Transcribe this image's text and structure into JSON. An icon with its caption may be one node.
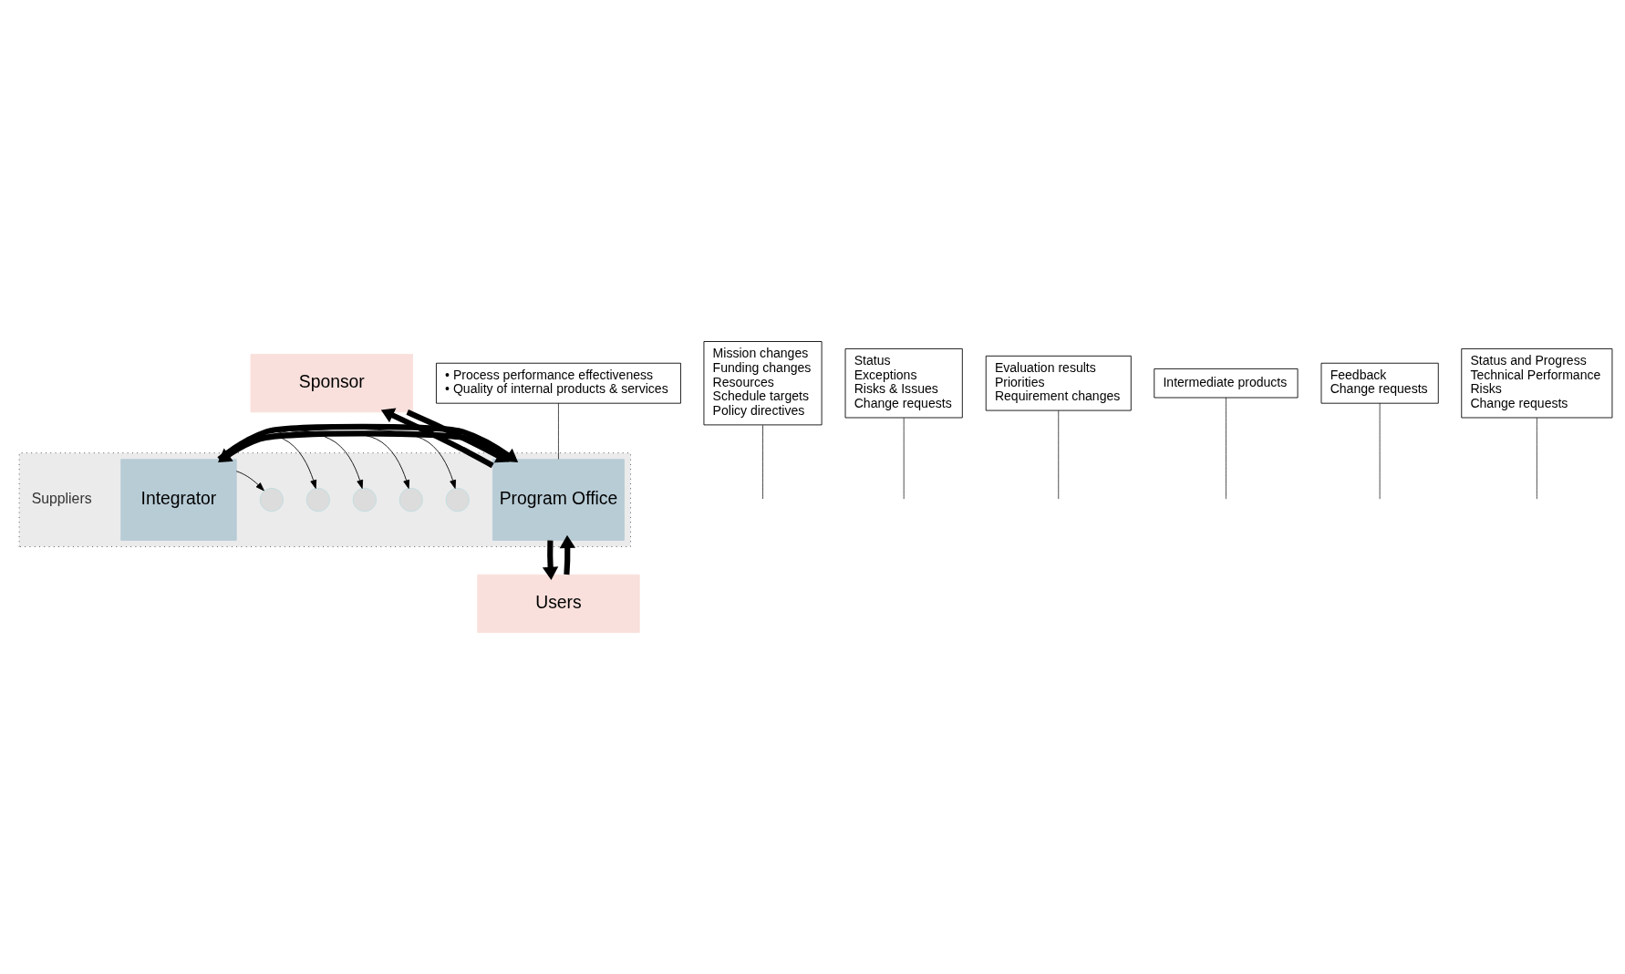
{
  "diagram": {
    "nodes": [
      {
        "text": [],
        "shape": "box"
      },
      {
        "text": [
          "Sponsor"
        ]
      },
      {
        "text": [
          "Program Office"
        ],
        "in": 0
      },
      {
        "text": [
          "Integrator"
        ],
        "in": 0
      },
      {
        "text": [],
        "shape": "circle",
        "in": 0
      },
      {
        "text": [],
        "shape": "circle",
        "in": 0
      },
      {
        "text": [],
        "shape": "circle",
        "in": 0
      },
      {
        "text": [],
        "shape": "circle",
        "in": 0
      },
      {
        "text": [],
        "shape": "circle",
        "in": 0
      },
      {
        "text": [
          "Users"
        ]
      },
      {
        "text": [
          "Mission changes",
          "Funding changes",
          "Resources",
          "Schedule targets",
          "Policy directives"
        ]
      },
      {
        "text": [
          "Status",
          "Exceptions",
          "Risks & Issues",
          "Change requests"
        ]
      },
      {
        "text": [
          "Evaluation results",
          "Priorities",
          "Requirement changes"
        ]
      },
      {
        "text": [
          "• Process performance effectiveness",
          "• Quality of internal products & services"
        ]
      },
      {
        "text": [
          "Intermediate products"
        ]
      },
      {
        "text": [
          "Feedback",
          "Change requests"
        ]
      },
      {
        "text": [
          "Status and Progress",
          "Technical Performance",
          "Risks",
          "Change requests"
        ]
      }
    ],
    "edges": [
      {
        "from": 1,
        "to": 2,
        "arrow": "to",
        "style": "thick"
      },
      {
        "from": 2,
        "to": 1,
        "arrow": "to",
        "style": "thick"
      },
      {
        "from": 2,
        "to": 3,
        "arrow": "to",
        "style": "thick"
      },
      {
        "from": 3,
        "to": 2,
        "arrow": "to",
        "style": "thick"
      },
      {
        "from": 3,
        "to": 4,
        "arrow": "to"
      },
      {
        "from": 3,
        "to": 5,
        "arrow": "to"
      },
      {
        "from": 3,
        "to": 6,
        "arrow": "to"
      },
      {
        "from": 3,
        "to": 7,
        "arrow": "to"
      },
      {
        "from": 3,
        "to": 8,
        "arrow": "to"
      },
      {
        "from": 2,
        "to": 9,
        "arrow": "to",
        "style": "thick"
      },
      {
        "from": 9,
        "to": 2,
        "arrow": "to",
        "style": "thick"
      },
      {
        "from": 10,
        "to": null,
        "arrow": "none"
      },
      {
        "from": 11,
        "to": null,
        "arrow": "none"
      },
      {
        "from": 12,
        "to": null,
        "arrow": "none"
      },
      {
        "from": 13,
        "to": 2,
        "arrow": "none"
      },
      {
        "from": 14,
        "to": null,
        "arrow": "none"
      },
      {
        "from": 15,
        "to": null,
        "arrow": "none"
      },
      {
        "from": 16,
        "to": null,
        "arrow": "none"
      }
    ],
    "labels": [
      "Suppliers"
    ]
  }
}
